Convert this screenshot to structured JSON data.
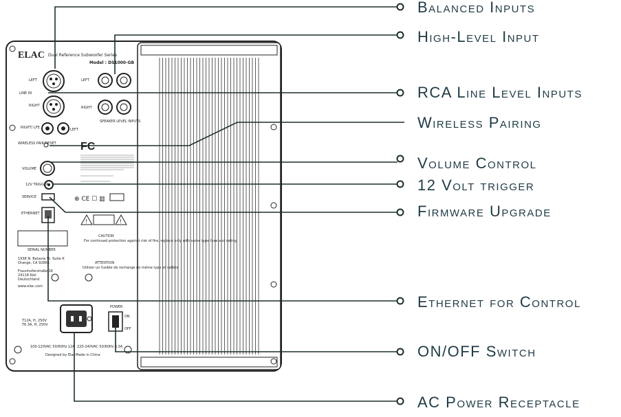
{
  "panel": {
    "brand": "ELAC",
    "series": "Dual Reference Subwoofer Series",
    "model": "Model : DS1000-GB",
    "line_in_label": "LINE IN",
    "left_label": "LEFT",
    "right_label": "RIGHT",
    "right_lfe_label": "RIGHT/ LFE",
    "left_label_2": "LEFT",
    "speaker_inputs_label": "SPEAKER LEVEL INPUTS",
    "wireless_label": "WIRELESS PAIR/RESET",
    "volume_label": "VOLUME",
    "trigger_label": "12V TRIGGER",
    "service_label": "SERVICE",
    "ethernet_label": "ETHERNET",
    "serial_label": "SERIAL NUMBER",
    "address_us_1": "1938 N. Batavia St. Suite K",
    "address_us_2": "Orange, CA 92865",
    "address_de_1": "Fraunhoferstraße 16",
    "address_de_2": "24118 Kiel",
    "address_de_3": "Deutschland",
    "website": "www.elac.com",
    "fcc_label": "FC",
    "caution_title": "CAUTION",
    "caution_text": "For continued protection against risk of fire, replace only with same type fuse and rating",
    "attention_title": "ATTENTION",
    "attention_text": "Utiliser un fusible de rechange de même type et calibre",
    "fuse_1": "T12A, H, 250V",
    "fuse_2": "T6.3A, H, 250V",
    "power_label": "POWER",
    "on_label": "ON",
    "off_label": "OFF",
    "voltage_1": "100-120VAC 50/60Hz 12A",
    "voltage_2": "220-240VAC 50/60Hz 6.3A",
    "designed_by": "Designed by Elac",
    "made_in": "Made in China"
  },
  "callouts": [
    "Balanced Inputs",
    "High-Level Input",
    "RCA Line Level Inputs",
    "Wireless Pairing",
    "Volume Control",
    "12 Volt trigger",
    "Firmware Upgrade",
    "Ethernet for Control",
    "ON/OFF Switch",
    "AC Power Receptacle"
  ]
}
